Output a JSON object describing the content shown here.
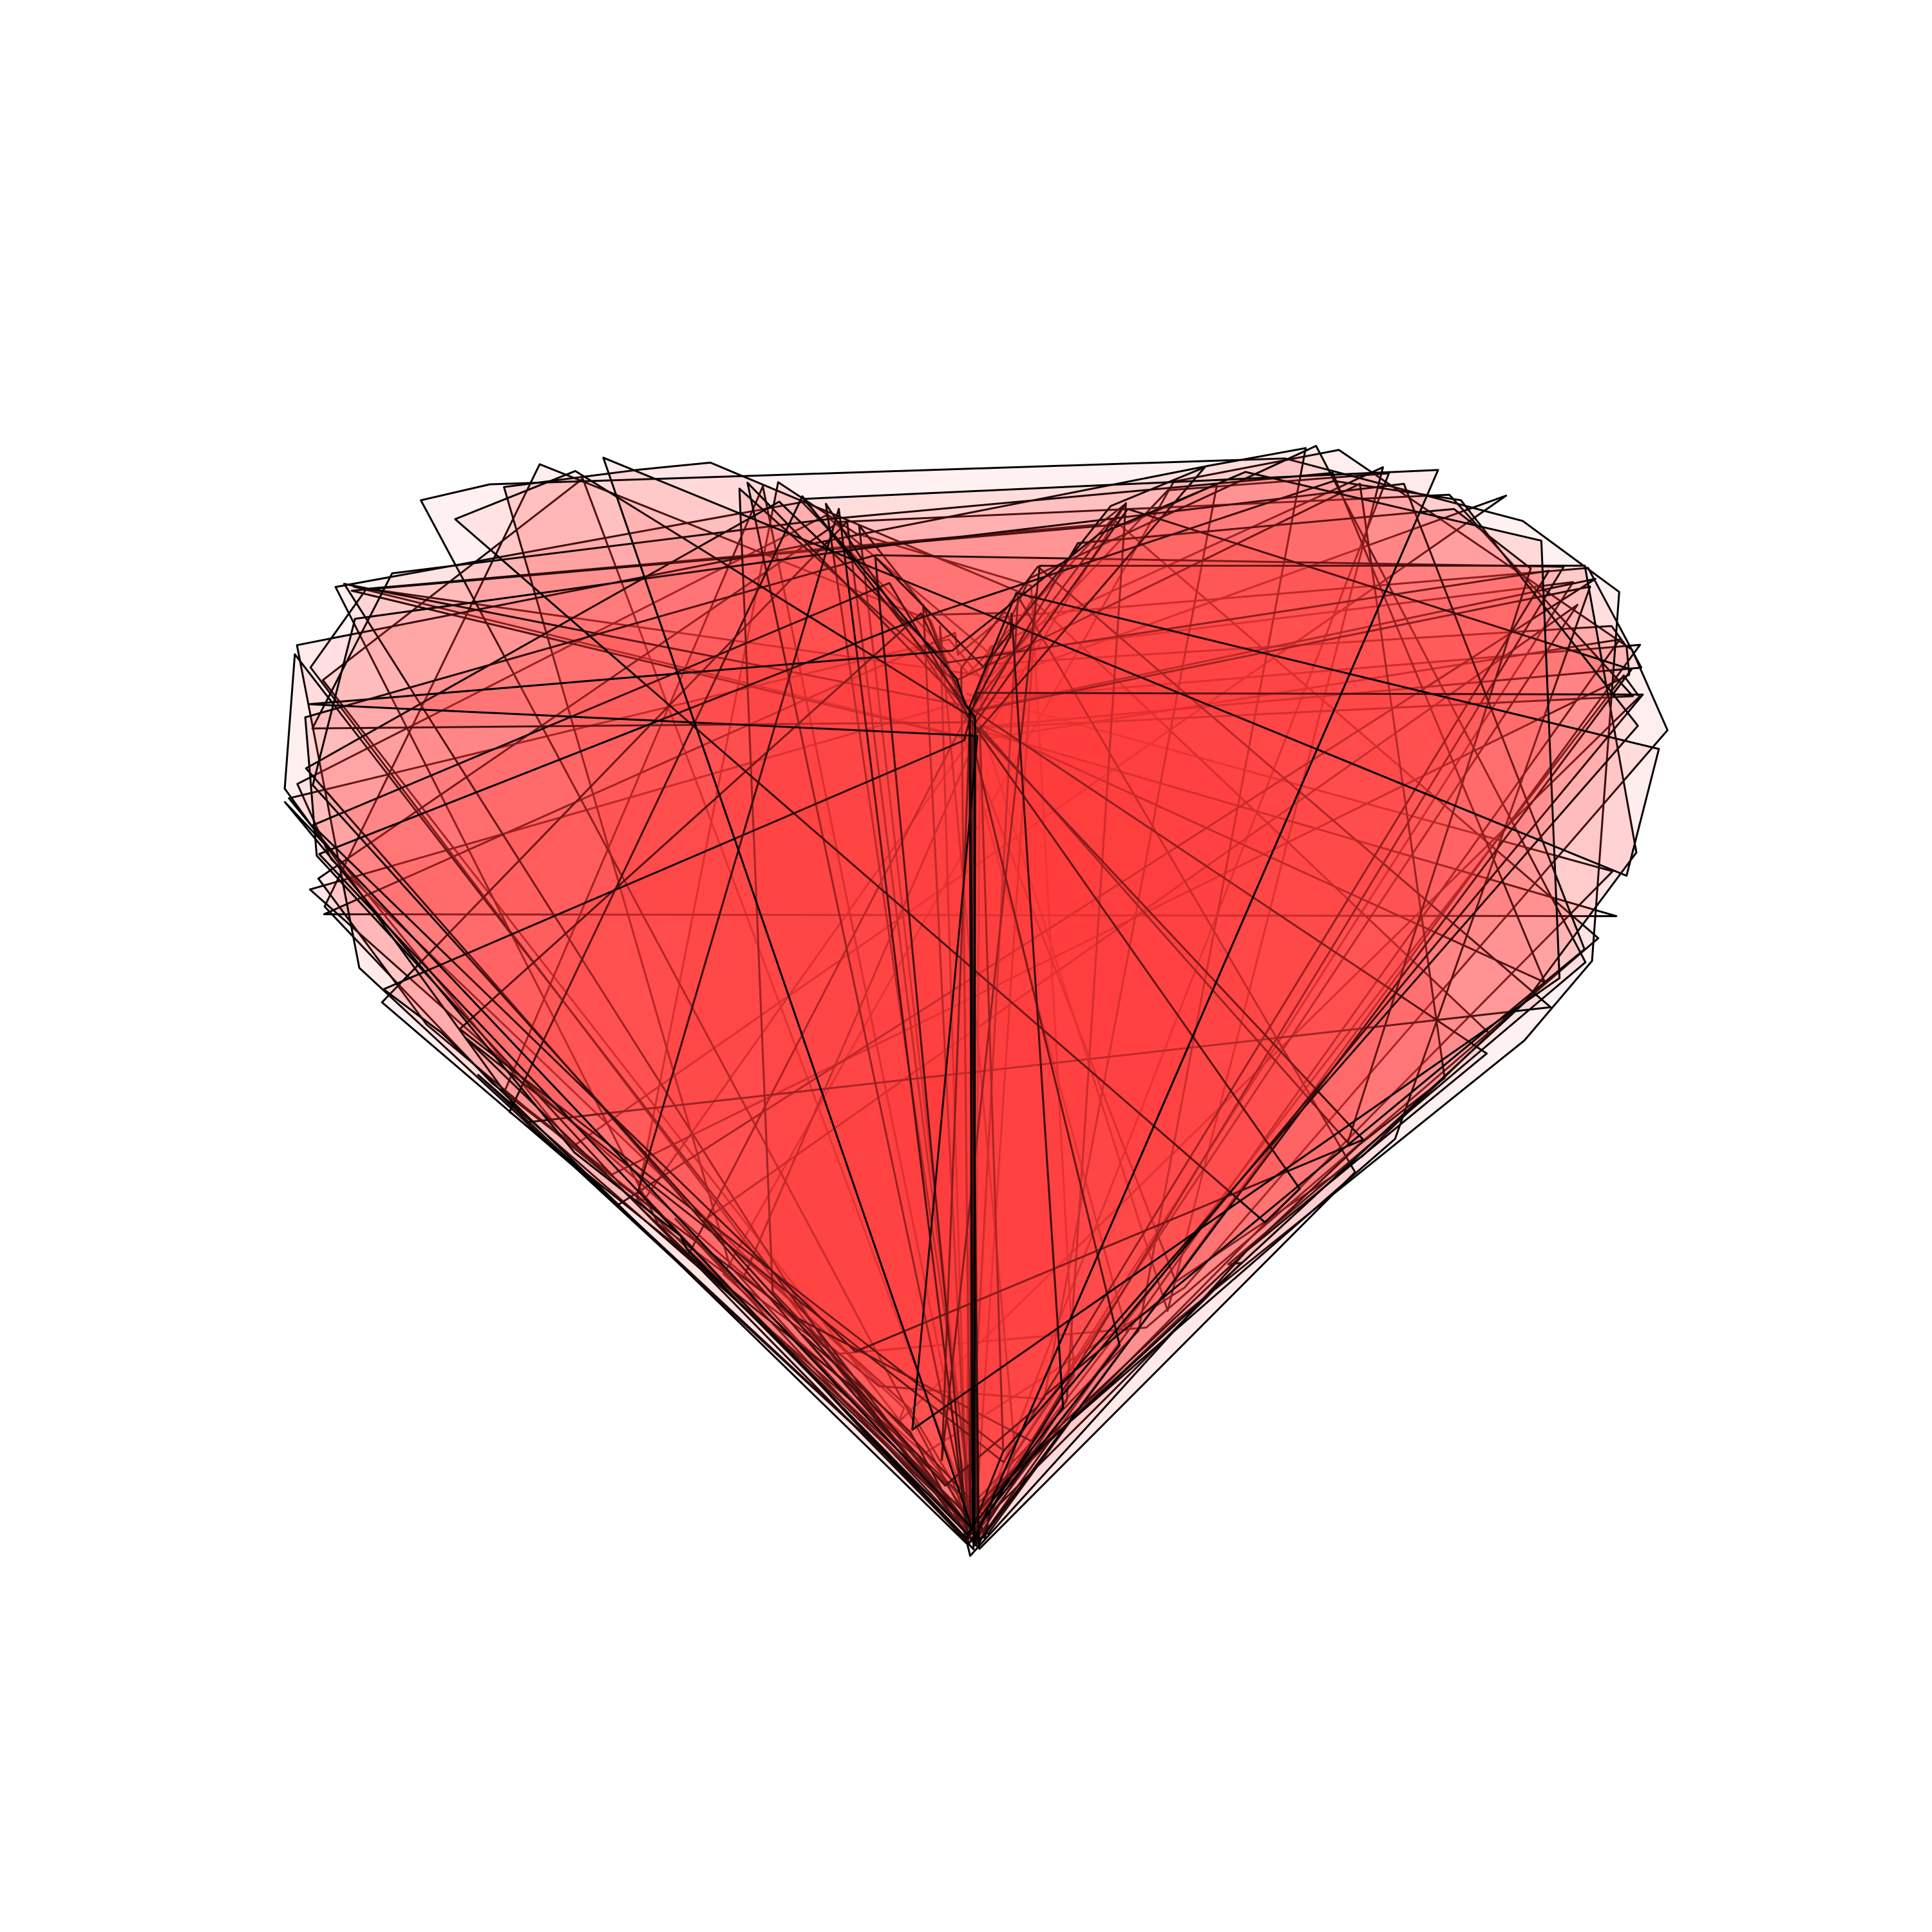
{
  "artwork": {
    "subject": "heart",
    "style": "overlapping translucent polygons with black outlines",
    "palette": {
      "background": "#ffffff",
      "fill": "#ff3b3b",
      "stroke": "#000000"
    },
    "layer_count": 44,
    "random_seed": 7
  }
}
